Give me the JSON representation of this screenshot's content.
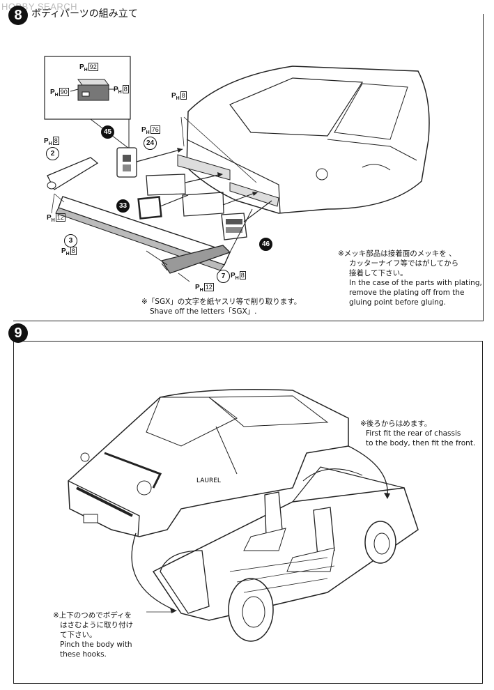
{
  "watermark": "HOBBY SEARCH",
  "step8": {
    "badge": "8",
    "title": "ボディパーツの組み立て",
    "labels": {
      "ph92": "92",
      "ph90": "90",
      "ph8_inset": "8",
      "ph8_top": "8",
      "ph76": "76",
      "ph8_left": "8",
      "ph12_left": "12",
      "ph8_mid": "8",
      "ph8_right": "8",
      "ph12_bottom": "12"
    },
    "parts": {
      "p45": "45",
      "p24": "24",
      "p2": "2",
      "p33": "33",
      "p3": "3",
      "p46": "46",
      "p7": "7"
    },
    "note_plating_jp_1": "※メッキ部品は接着面のメッキを 、",
    "note_plating_jp_2": "カッターナイフ等ではがしてから",
    "note_plating_jp_3": "接着して下さい。",
    "note_plating_en_1": "In the case of the parts with plating,",
    "note_plating_en_2": "remove the plating off from the",
    "note_plating_en_3": "gluing point before gluing.",
    "note_sgx_jp": "※「SGX」の文字を紙ヤスリ等で削り取ります。",
    "note_sgx_en": "Shave off the letters「SGX」."
  },
  "step9": {
    "badge": "9",
    "note_rear_jp": "※後ろからはめます。",
    "note_rear_en_1": "First fit the rear of chassis",
    "note_rear_en_2": "to the body, then fit the front.",
    "note_hooks_jp_1": "※上下のつめでボディを",
    "note_hooks_jp_2": "はさむように取り付け",
    "note_hooks_jp_3": "て下さい。",
    "note_hooks_en_1": "Pinch the body with",
    "note_hooks_en_2": "these hooks."
  }
}
